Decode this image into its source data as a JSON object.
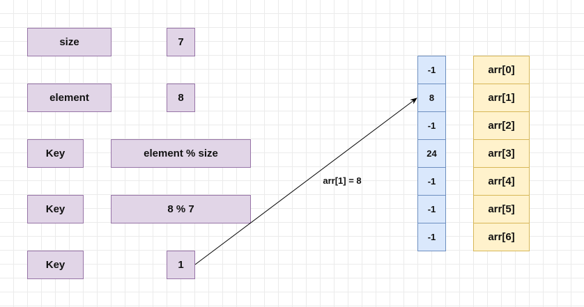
{
  "variables": {
    "size_label": "size",
    "size_value": "7",
    "element_label": "element",
    "element_value": "8",
    "key_label": "Key",
    "key_formula": "element % size",
    "key_substituted": "8 % 7",
    "key_result": "1"
  },
  "array": {
    "values": [
      "-1",
      "8",
      "-1",
      "24",
      "-1",
      "-1",
      "-1"
    ],
    "labels": [
      "arr[0]",
      "arr[1]",
      "arr[2]",
      "arr[3]",
      "arr[4]",
      "arr[5]",
      "arr[6]"
    ]
  },
  "edge": {
    "label": "arr[1] = 8"
  },
  "colors": {
    "variable_fill": "#e1d5e7",
    "variable_stroke": "#9673a6",
    "value_fill": "#dae8fc",
    "value_stroke": "#6c8ebf",
    "index_fill": "#fff2cc",
    "index_stroke": "#d6b656",
    "arrow": "#000000"
  }
}
